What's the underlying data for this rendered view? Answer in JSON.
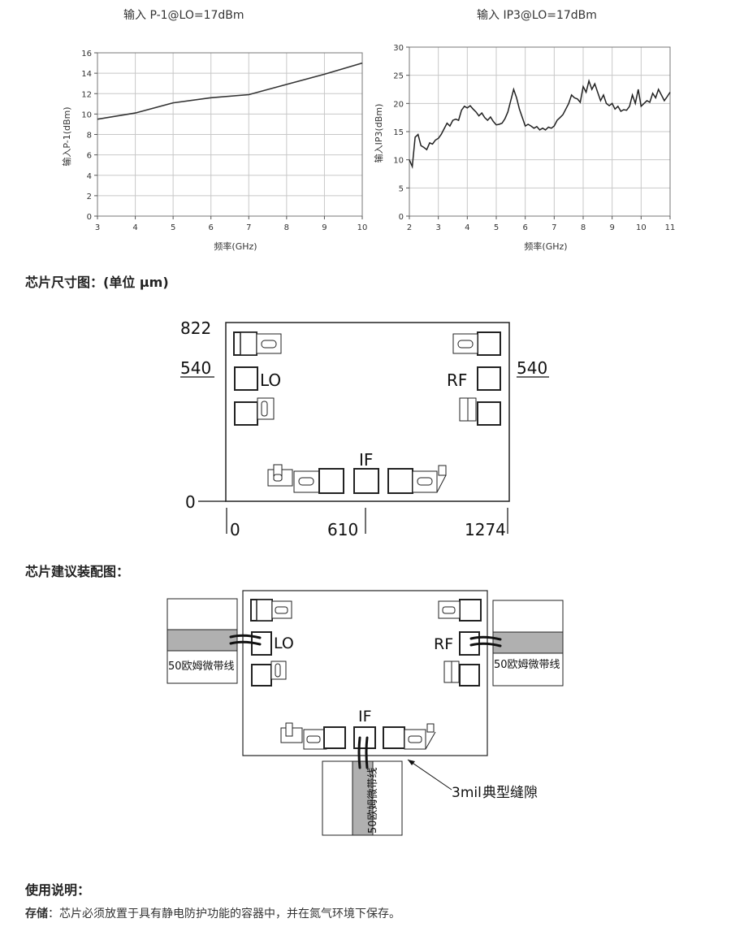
{
  "charts": {
    "p1": {
      "title": "输入 P-1@LO=17dBm",
      "xlabel": "频率(GHz)",
      "ylabel": "输入P-1(dBm)"
    },
    "ip3": {
      "title": "输入 IP3@LO=17dBm",
      "xlabel": "频率(GHz)",
      "ylabel": "输入IP3(dBm)"
    }
  },
  "chart_data": [
    {
      "type": "line",
      "title": "输入 P-1@LO=17dBm",
      "xlabel": "频率(GHz)",
      "ylabel": "输入P-1(dBm)",
      "xlim": [
        3,
        10
      ],
      "ylim": [
        0,
        16
      ],
      "xticks": [
        3,
        4,
        5,
        6,
        7,
        8,
        9,
        10
      ],
      "yticks": [
        0,
        2,
        4,
        6,
        8,
        10,
        12,
        14,
        16
      ],
      "grid": true,
      "series": [
        {
          "x": [
            3,
            4,
            5,
            6,
            7,
            8,
            9,
            10
          ],
          "values": [
            9.5,
            10.1,
            11.1,
            11.6,
            11.9,
            12.9,
            13.9,
            15.0
          ]
        }
      ]
    },
    {
      "type": "line",
      "title": "输入 IP3@LO=17dBm",
      "xlabel": "频率(GHz)",
      "ylabel": "输入IP3(dBm)",
      "xlim": [
        2,
        11
      ],
      "ylim": [
        0,
        30
      ],
      "xticks": [
        2,
        3,
        4,
        5,
        6,
        7,
        8,
        9,
        10,
        11
      ],
      "yticks": [
        0,
        5,
        10,
        15,
        20,
        25,
        30
      ],
      "grid": true,
      "series": [
        {
          "x": [
            2.0,
            2.1,
            2.2,
            2.3,
            2.4,
            2.5,
            2.6,
            2.7,
            2.8,
            2.9,
            3.0,
            3.1,
            3.2,
            3.3,
            3.4,
            3.5,
            3.6,
            3.7,
            3.8,
            3.9,
            4.0,
            4.1,
            4.2,
            4.3,
            4.4,
            4.5,
            4.6,
            4.7,
            4.8,
            4.9,
            5.0,
            5.1,
            5.2,
            5.3,
            5.4,
            5.5,
            5.6,
            5.7,
            5.8,
            5.9,
            6.0,
            6.1,
            6.2,
            6.3,
            6.4,
            6.5,
            6.6,
            6.7,
            6.8,
            6.9,
            7.0,
            7.1,
            7.2,
            7.3,
            7.4,
            7.5,
            7.6,
            7.7,
            7.8,
            7.9,
            8.0,
            8.1,
            8.2,
            8.3,
            8.4,
            8.5,
            8.6,
            8.7,
            8.8,
            8.9,
            9.0,
            9.1,
            9.2,
            9.3,
            9.4,
            9.5,
            9.6,
            9.7,
            9.8,
            9.9,
            10.0,
            10.1,
            10.2,
            10.3,
            10.4,
            10.5,
            10.6,
            10.7,
            10.8,
            10.9,
            11.0
          ],
          "values": [
            10.0,
            8.8,
            14.0,
            14.5,
            12.5,
            12.2,
            11.8,
            13.0,
            12.8,
            13.5,
            13.8,
            14.5,
            15.5,
            16.5,
            16.0,
            17.0,
            17.2,
            17.0,
            18.8,
            19.5,
            19.2,
            19.6,
            19.0,
            18.5,
            17.8,
            18.3,
            17.5,
            17.0,
            17.6,
            16.8,
            16.2,
            16.3,
            16.5,
            17.3,
            18.5,
            20.5,
            22.5,
            21.0,
            19.0,
            17.5,
            16.0,
            16.3,
            16.0,
            15.6,
            15.9,
            15.3,
            15.6,
            15.3,
            15.8,
            15.6,
            16.0,
            17.0,
            17.5,
            18.0,
            19.0,
            20.0,
            21.5,
            21.0,
            20.8,
            20.2,
            23.0,
            22.0,
            24.0,
            22.5,
            23.5,
            22.0,
            20.5,
            21.5,
            20.0,
            19.6,
            20.0,
            19.0,
            19.5,
            18.6,
            18.9,
            18.8,
            19.5,
            21.5,
            20.0,
            22.5,
            19.5,
            20.0,
            20.5,
            20.2,
            21.8,
            21.0,
            22.5,
            21.5,
            20.5,
            21.2,
            22.0
          ]
        }
      ]
    }
  ],
  "sections": {
    "dims_title": "芯片尺寸图：(单位 μm)",
    "assembly_title": "芯片建议装配图：",
    "usage_title": "使用说明：",
    "storage_label": "存储",
    "storage_text": "：芯片必须放置于具有静电防护功能的容器中，并在氮气环境下保存。"
  },
  "dims": {
    "y_top": "822",
    "y_mid_left": "540",
    "y_mid_right": "540",
    "y_zero": "0",
    "x_zero": "0",
    "x_mid": "610",
    "x_max": "1274",
    "port_lo": "LO",
    "port_rf": "RF",
    "port_if": "IF"
  },
  "assembly": {
    "port_lo": "LO",
    "port_rf": "RF",
    "port_if": "IF",
    "microstrip_left": "50欧姆微带线",
    "microstrip_right": "50欧姆微带线",
    "microstrip_bottom": "50欧姆微带线",
    "gap_label": "3mil",
    "gap_suffix": "典型缝隙"
  }
}
